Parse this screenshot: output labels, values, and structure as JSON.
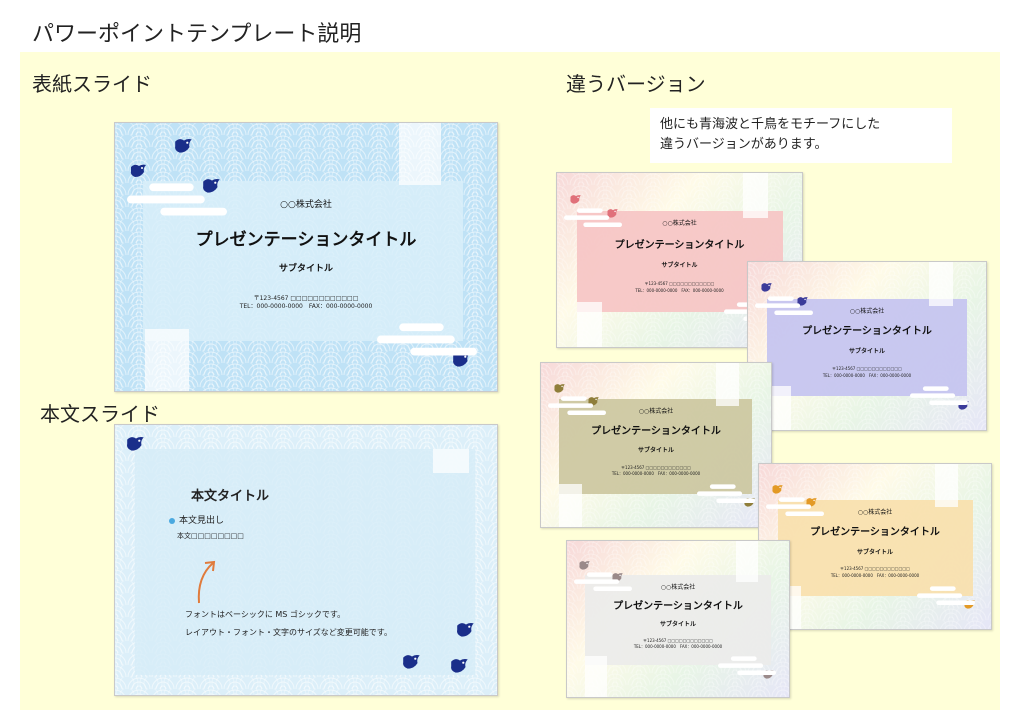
{
  "page": {
    "title": "パワーポイントテンプレート説明",
    "cover_label": "表紙スライド",
    "body_label": "本文スライド",
    "variants_label": "違うバージョン",
    "note_line1": "他にも青海波と千鳥をモチーフにした",
    "note_line2": "違うバージョンがあります。"
  },
  "cover_slide": {
    "company": "○○株式会社",
    "title": "プレゼンテーションタイトル",
    "subtitle": "サブタイトル",
    "address": "〒123-4567 □□□□□□□□□□□□",
    "contact": "TEL：000-0000-0000　FAX：000-0000-0000"
  },
  "body_slide": {
    "heading": "本文タイトル",
    "bullet": "本文見出し",
    "body": "本文□□□□□□□□",
    "note_line1": "フォントはベーシックに MS ゴシックです。",
    "note_line2": "レイアウト・フォント・文字のサイズなど変更可能です。"
  },
  "variant_slides": [
    {
      "company": "○○株式会社",
      "title": "プレゼンテーションタイトル",
      "subtitle": "サブタイトル",
      "address": "〒123-4567 □□□□□□□□□□□□",
      "contact": "TEL：000-0000-0000　FAX：000-0000-0000",
      "color": "#f6c4c4",
      "bird": "#e0707a"
    },
    {
      "company": "○○株式会社",
      "title": "プレゼンテーションタイトル",
      "subtitle": "サブタイトル",
      "address": "〒123-4567 □□□□□□□□□□□□",
      "contact": "TEL：000-0000-0000　FAX：000-0000-0000",
      "color": "#c4c3f0",
      "bird": "#3b3b9a"
    },
    {
      "company": "○○株式会社",
      "title": "プレゼンテーションタイトル",
      "subtitle": "サブタイトル",
      "address": "〒123-4567 □□□□□□□□□□□□",
      "contact": "TEL：000-0000-0000　FAX：000-0000-0000",
      "color": "#ccc7a0",
      "bird": "#8f7e3a"
    },
    {
      "company": "○○株式会社",
      "title": "プレゼンテーションタイトル",
      "subtitle": "サブタイトル",
      "address": "〒123-4567 □□□□□□□□□□□□",
      "contact": "TEL：000-0000-0000　FAX：000-0000-0000",
      "color": "#f9dfad",
      "bird": "#e39a26"
    },
    {
      "company": "○○株式会社",
      "title": "プレゼンテーションタイトル",
      "subtitle": "サブタイトル",
      "address": "〒123-4567 □□□□□□□□□□□□",
      "contact": "TEL：000-0000-0000　FAX：000-0000-0000",
      "color": "#ececea",
      "bird": "#9a8a8a"
    }
  ],
  "colors": {
    "panel": "#ffffd8",
    "cover_blue": "#bfe2f6",
    "body_blue": "#dceff9",
    "bird_navy": "#1a2e8a",
    "arrow": "#e07b3c",
    "bullet": "#4aa9e0"
  }
}
